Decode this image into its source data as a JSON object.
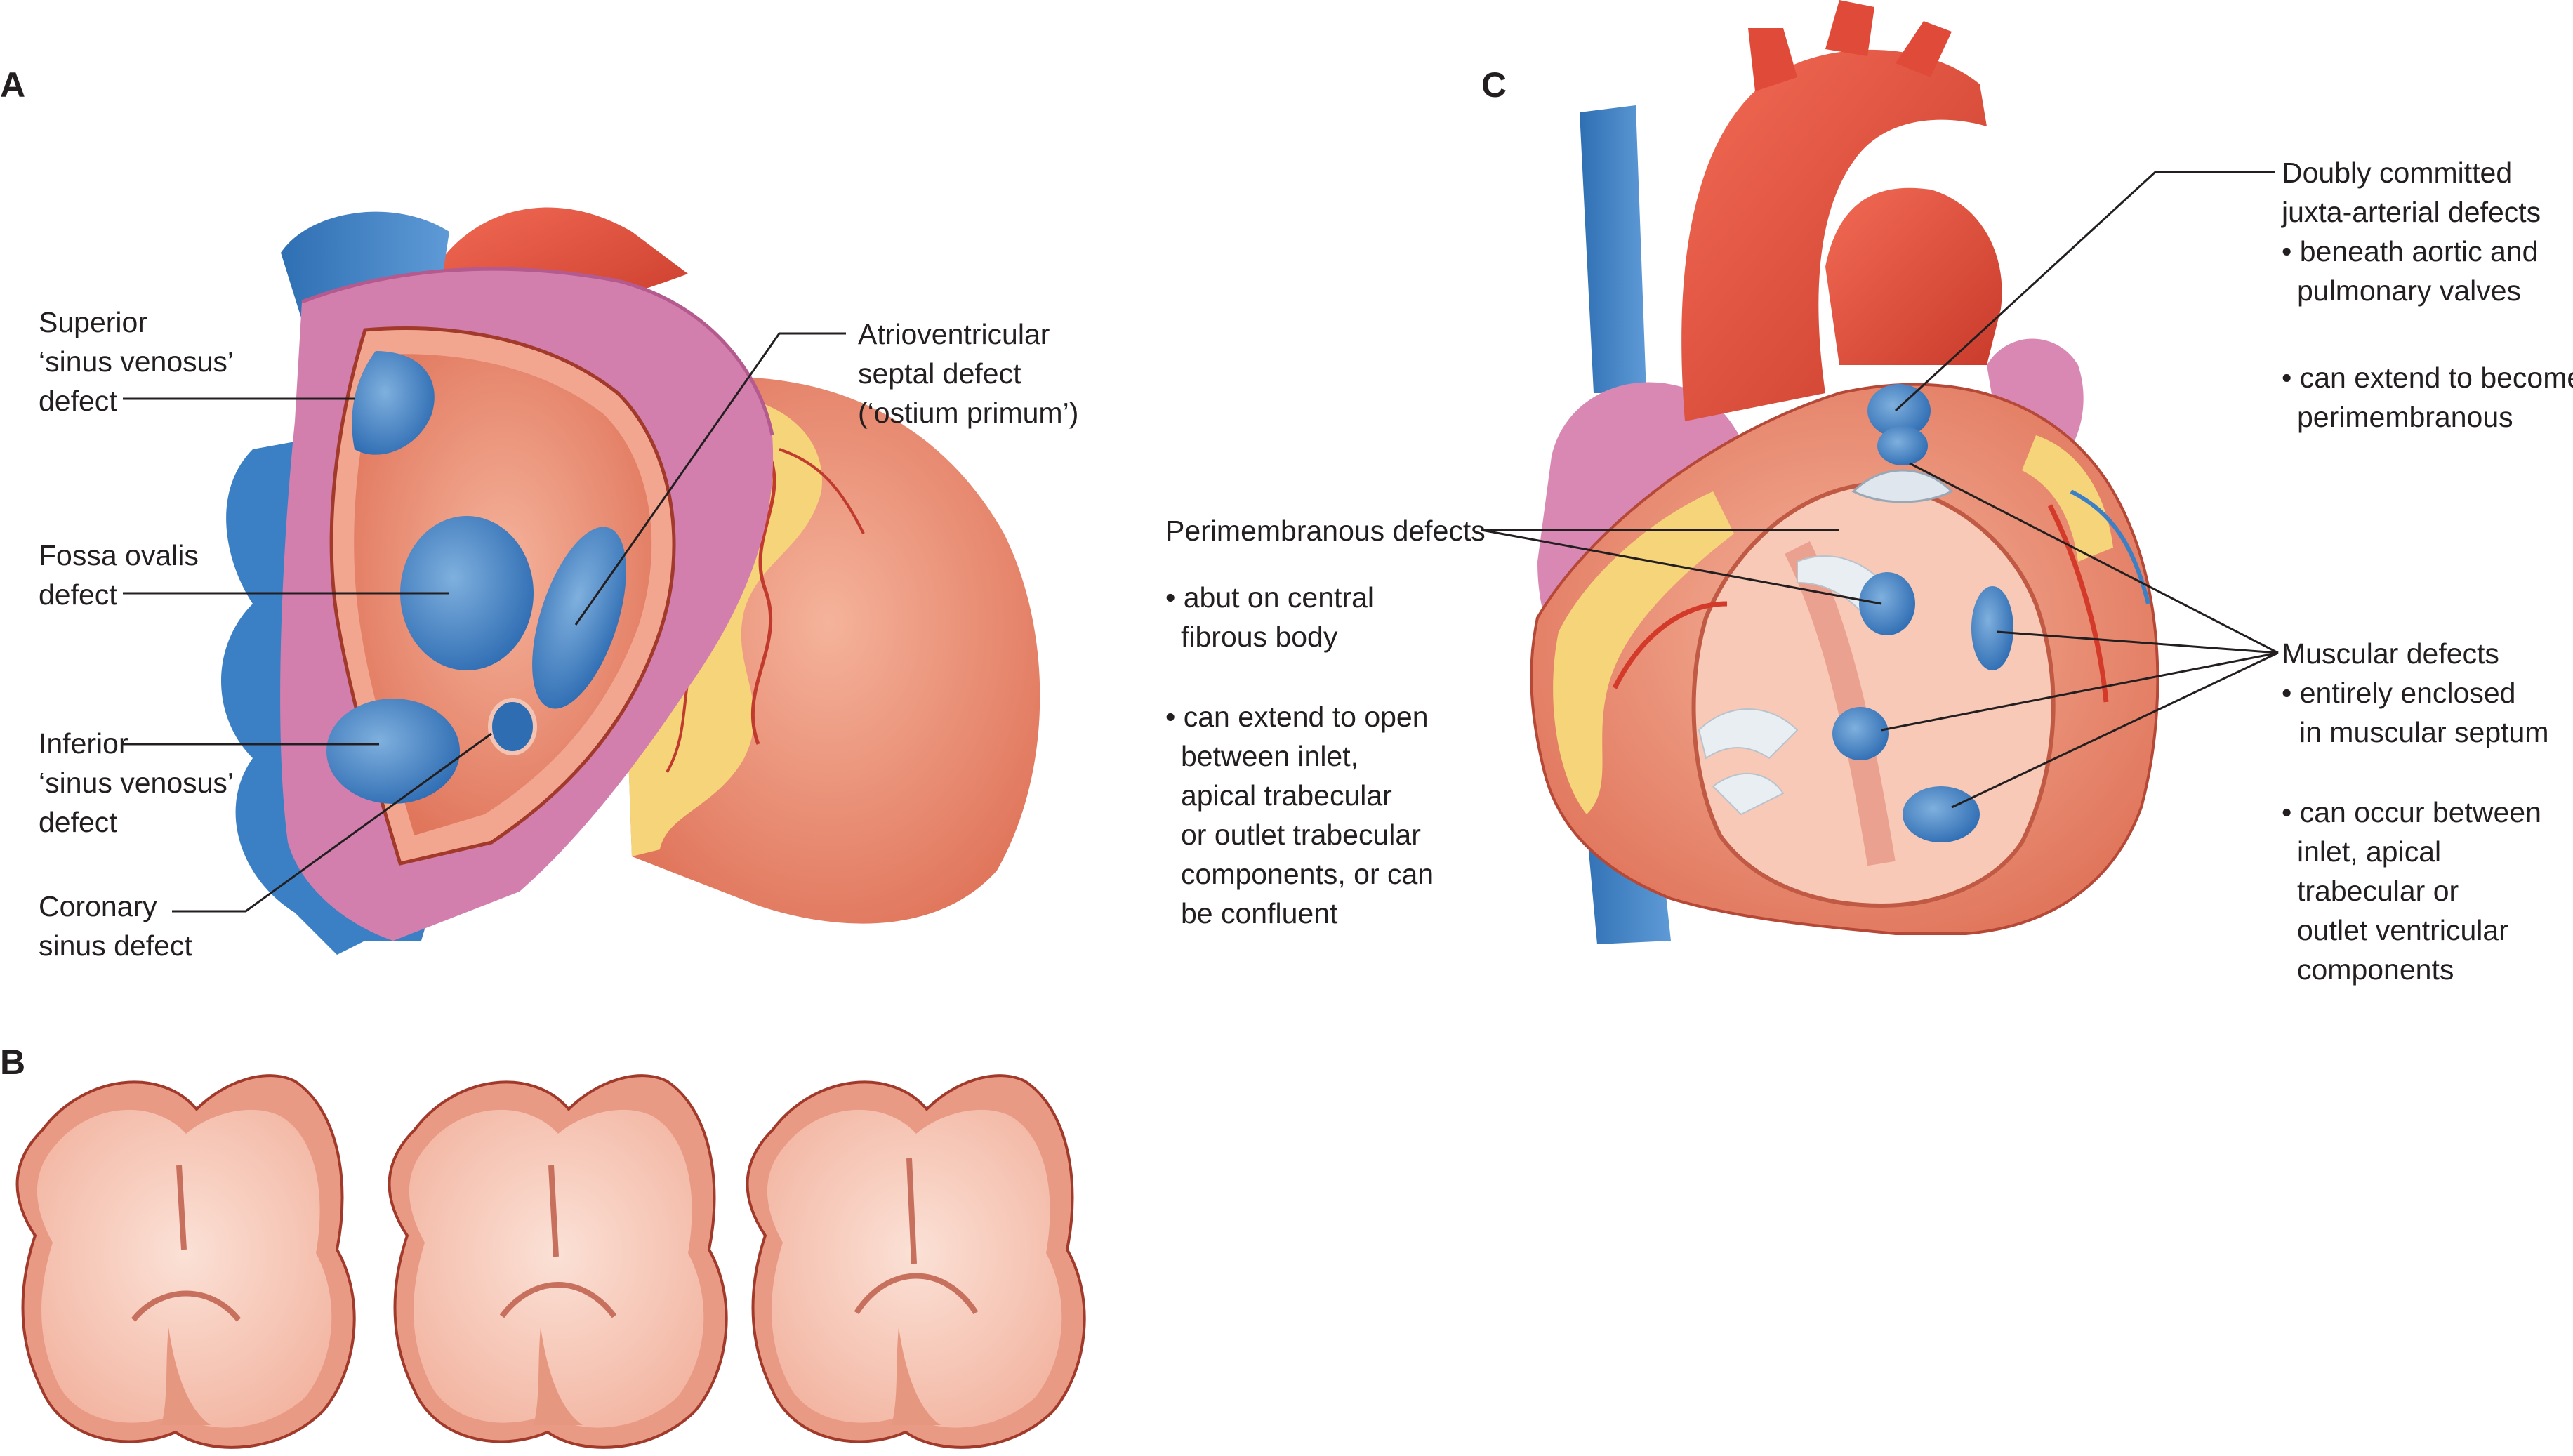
{
  "panels": {
    "a": "A",
    "b": "B",
    "c": "C"
  },
  "labels_a": {
    "superior": [
      "Superior",
      "‘sinus venosus’",
      "defect"
    ],
    "fossa": [
      "Fossa ovalis",
      "defect"
    ],
    "inferior": [
      "Inferior",
      "‘sinus venosus’",
      "defect"
    ],
    "coronary": [
      "Coronary",
      "sinus defect"
    ],
    "avsd": [
      "Atrioventricular",
      "septal defect",
      "(‘ostium primum’)"
    ]
  },
  "labels_c": {
    "perimembranous": [
      "Perimembranous defects",
      "• abut on central",
      "fibrous body",
      "• can extend to open",
      "between inlet,",
      "apical trabecular",
      "or outlet trabecular",
      "components, or can",
      "be confluent"
    ],
    "doubly": [
      "Doubly committed",
      "juxta-arterial defects",
      "• beneath aortic and",
      "pulmonary valves",
      "• can extend to become",
      "perimembranous"
    ],
    "muscular": [
      "Muscular defects",
      "• entirely enclosed",
      "in muscular septum",
      "• can occur between",
      "inlet, apical",
      "trabecular or",
      "outlet  ventricular",
      "components"
    ]
  },
  "colors": {
    "myocardium": "#e8836a",
    "endocardium": "#f2a58e",
    "fat": "#f6d47a",
    "vein": "#3b7fc4",
    "defect": "#4a86c8",
    "aorta": "#e54a3a",
    "atrium": "#d988b4",
    "outline": "#a23a2c"
  }
}
